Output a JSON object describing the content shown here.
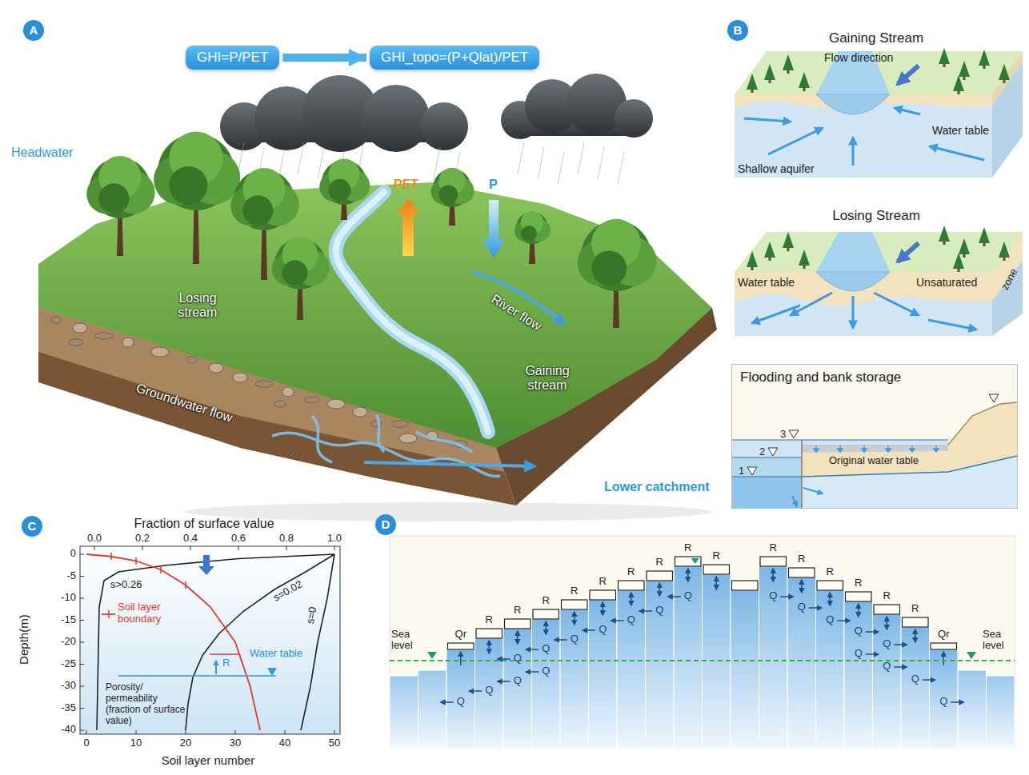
{
  "diagram": {
    "nodes": [
      {
        "text": [
          "A"
        ]
      },
      {
        "text": [
          "GHI=P/PET"
        ]
      },
      {
        "text": [
          "GHI_topo=(P+Qlat)/PET"
        ]
      },
      {
        "text": [
          "B"
        ]
      },
      {
        "text": [
          "Gaining Stream",
          "Flow direction",
          "Water table",
          "Shallow aquifer"
        ]
      },
      {
        "text": [
          "Losing Stream",
          "Water table",
          "Unsaturated",
          "zone"
        ]
      },
      {
        "text": [
          "Flooding and bank storage",
          "1",
          "2",
          "3",
          "Original water table"
        ]
      },
      {
        "text": [
          "C"
        ]
      },
      {
        "text": [
          "D"
        ]
      }
    ],
    "edges": [
      {
        "from": 1,
        "to": 2,
        "arrow": "to"
      }
    ],
    "labels": [
      "Headwater",
      "PET",
      "P",
      "Losing stream",
      "River flow",
      "Gaining stream",
      "Groundwater flow",
      "Lower catchment",
      "Fraction of surface value",
      "0.0",
      "0.2",
      "0.4",
      "0.6",
      "0.8",
      "1.0",
      "Depth(m)",
      "0",
      "-5",
      "-10",
      "-15",
      "-20",
      "-25",
      "-30",
      "-35",
      "-40",
      "Soil layer number",
      "0",
      "10",
      "20",
      "30",
      "40",
      "50",
      "s>0.26",
      "s=0.02",
      "s=0",
      "Water table",
      "R",
      "Porosity/ permeability (fraction of surface value)",
      "Sea level",
      "Sea level",
      "R",
      "R",
      "R",
      "R",
      "R",
      "R",
      "R",
      "R",
      "R",
      "R",
      "R",
      "R",
      "R",
      "R",
      "R",
      "Qr",
      "Qr",
      "Q",
      "Q",
      "Q",
      "Q",
      "Q",
      "Q",
      "Q",
      "Q",
      "Q",
      "Q",
      "Q",
      "Q",
      "Q",
      "Q",
      "Q",
      "Q",
      "Q",
      "Q",
      "Q",
      "Q"
    ],
    "legend": [
      {
        "text": "Soil layer boundary"
      }
    ]
  }
}
